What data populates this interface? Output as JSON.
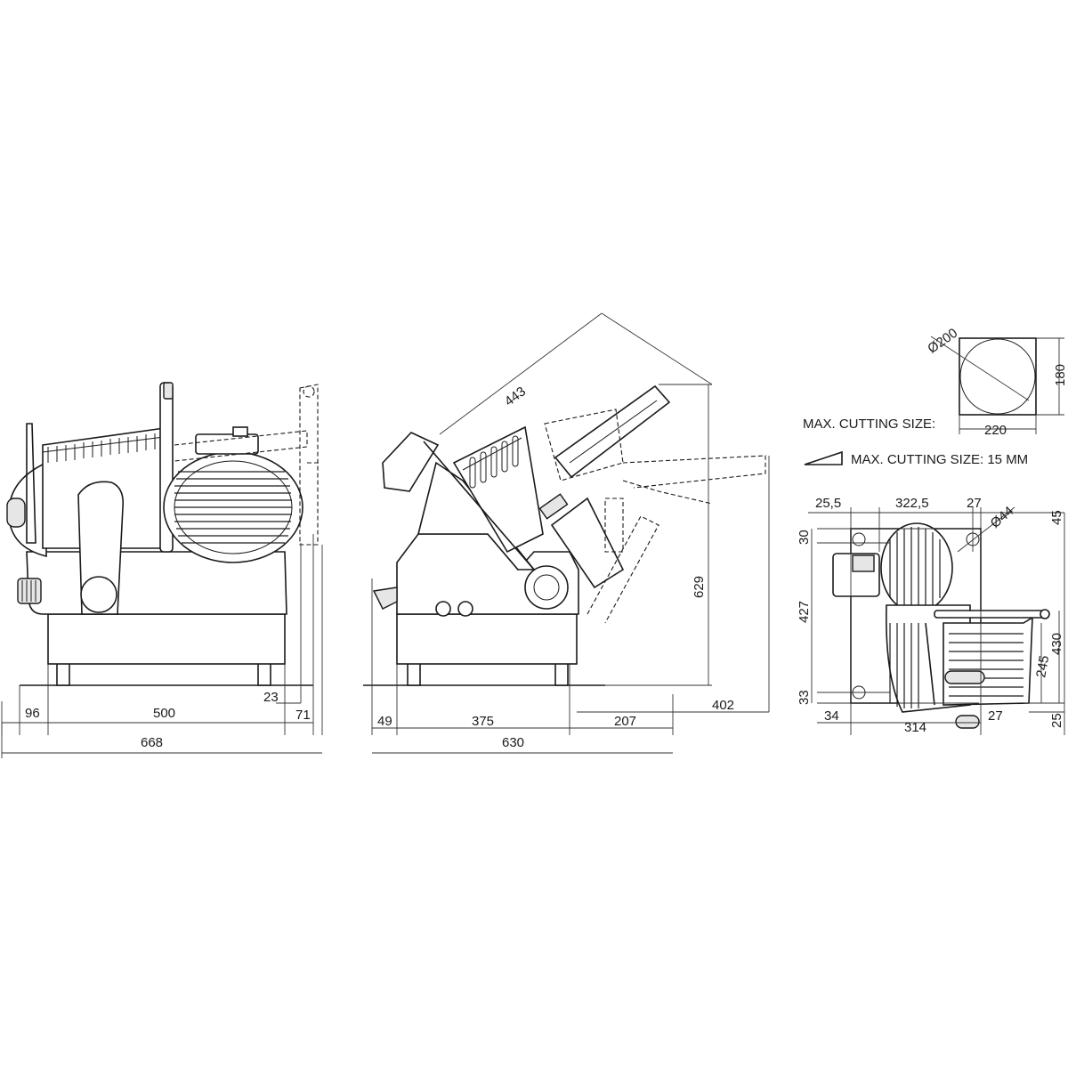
{
  "front_view": {
    "dimensions": {
      "d96": "96",
      "d500": "500",
      "d23": "23",
      "d71": "71",
      "d668": "668"
    }
  },
  "side_view": {
    "dimensions": {
      "d443": "443",
      "d629": "629",
      "d402": "402",
      "d49": "49",
      "d375": "375",
      "d207": "207",
      "d630": "630"
    }
  },
  "cutting_size": {
    "diameter": "Ø200",
    "height": "180",
    "width": "220",
    "label": "MAX. CUTTING SIZE:",
    "thickness_label": "MAX. CUTTING SIZE: 15 MM"
  },
  "top_view": {
    "dimensions": {
      "d25_5": "25,5",
      "d322_5": "322,5",
      "d27_top": "27",
      "d44": "Ø44",
      "d45": "45",
      "d30": "30",
      "d427": "427",
      "d430": "430",
      "d245": "245",
      "d33": "33",
      "d25": "25",
      "d34": "34",
      "d314": "314",
      "d27_bottom": "27"
    }
  }
}
